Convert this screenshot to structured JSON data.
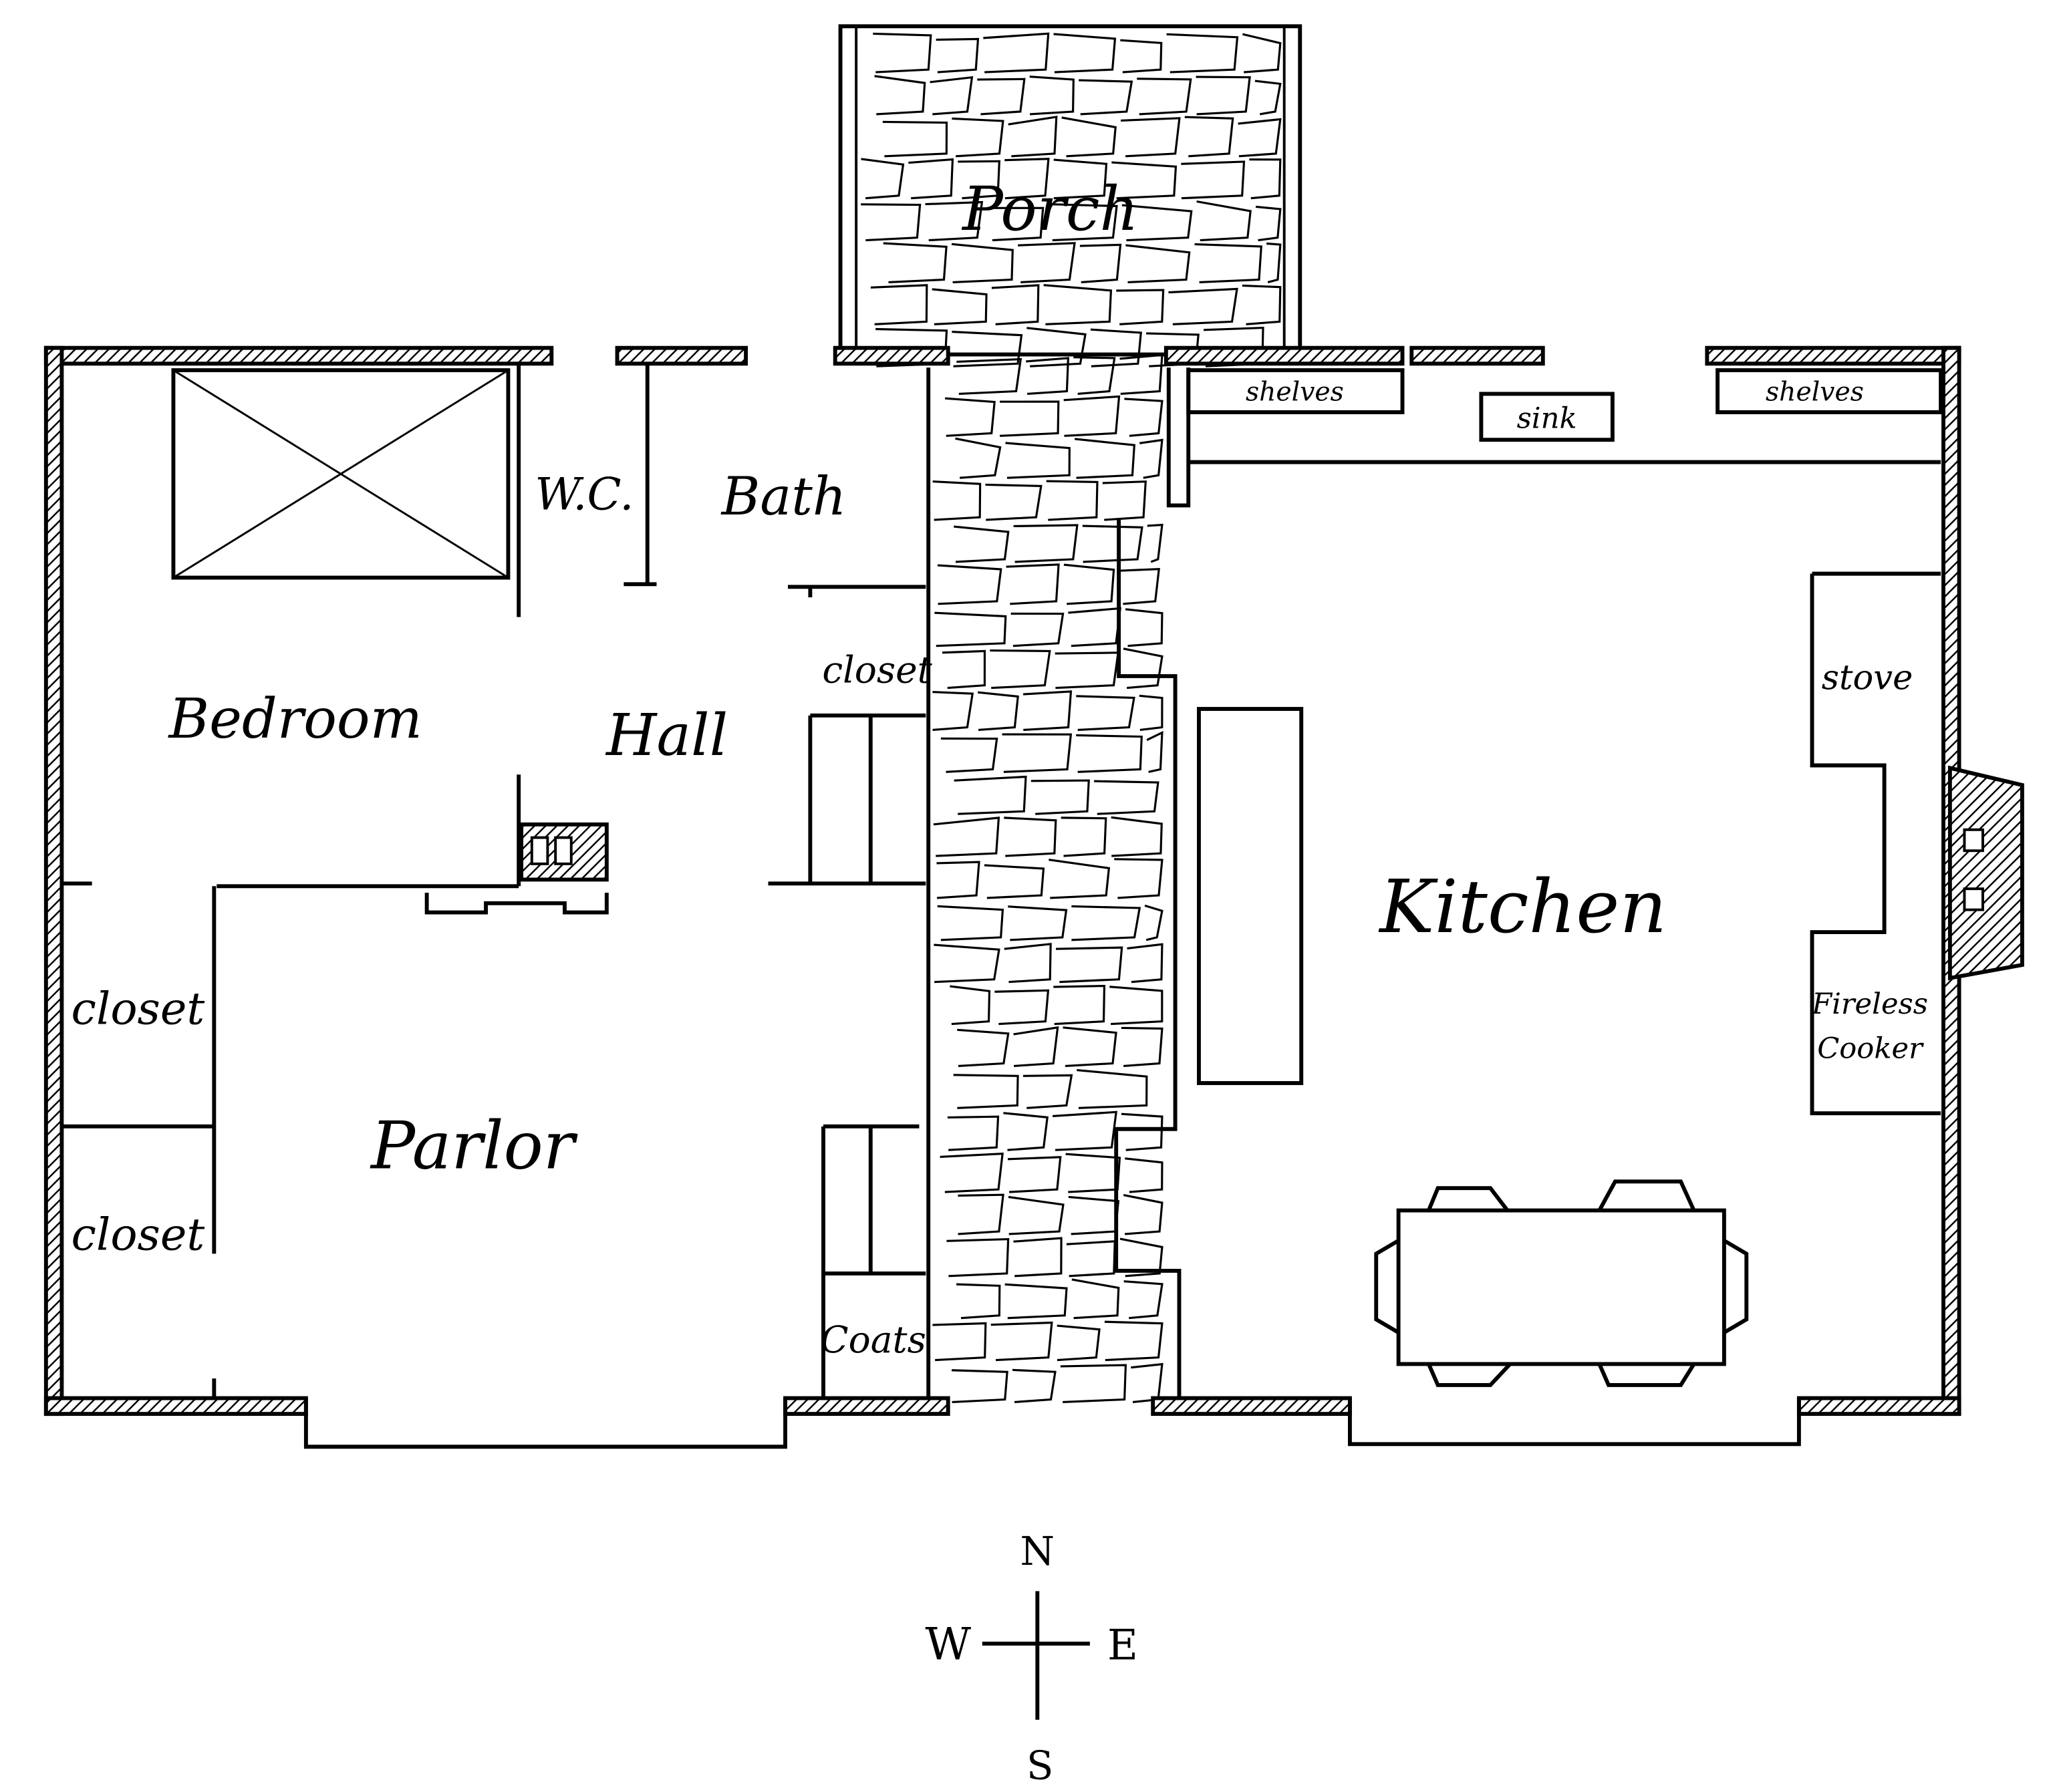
{
  "rooms": {
    "porch": "Porch",
    "wc": "W.C.",
    "bath": "Bath",
    "hall": "Hall",
    "hall_closet": "closet",
    "bedroom": "Bedroom",
    "closet_upper": "closet",
    "closet_lower": "closet",
    "parlor": "Parlor",
    "coats": "Coats",
    "kitchen": "Kitchen"
  },
  "fixtures": {
    "shelves_left": "shelves",
    "sink": "sink",
    "shelves_right": "shelves",
    "stove": "stove",
    "fireless_cooker_line1": "Fireless",
    "fireless_cooker_line2": "Cooker"
  },
  "compass": {
    "north": "N",
    "west": "W",
    "east": "E",
    "south": "S"
  }
}
